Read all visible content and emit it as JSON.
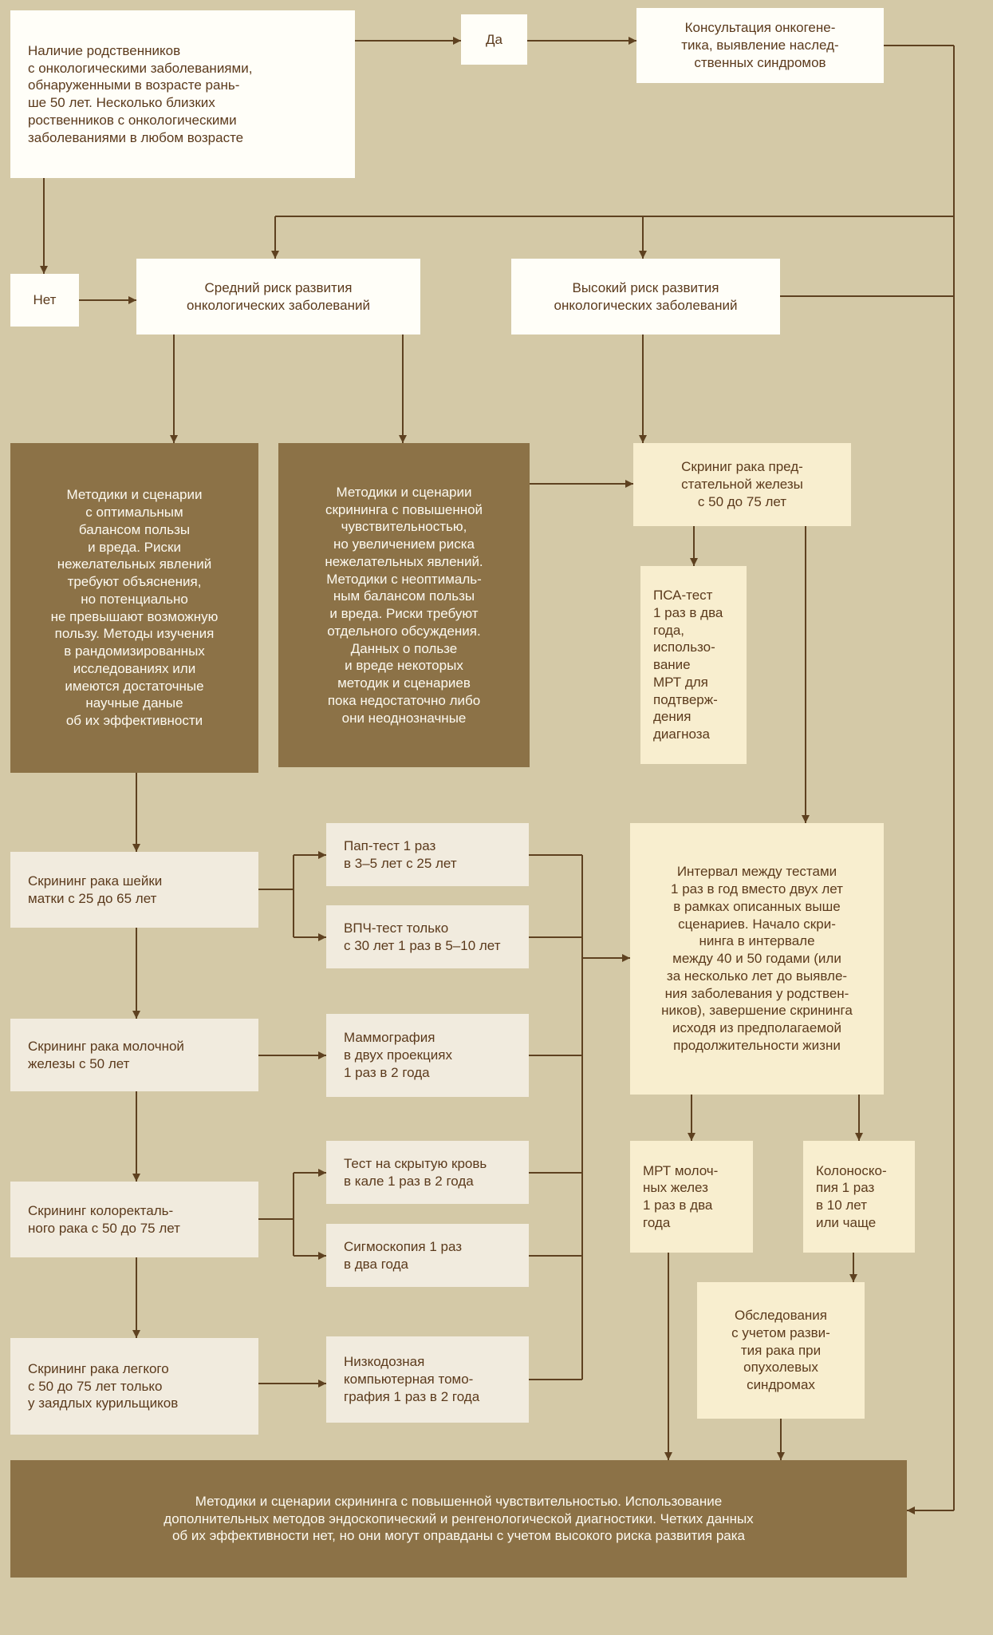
{
  "palette": {
    "bg": "#d4c9a7",
    "box_white": "#fffef8",
    "box_light": "#f1ebde",
    "box_cream": "#f8eecf",
    "box_brown": "#8c7247",
    "ink": "#5b3a1c",
    "ink_on_brown": "#fdfaf1",
    "line": "#5e4120"
  },
  "nodes": {
    "intro": {
      "text": "Наличие родственников\nс онкологическими заболеваниями,\nобнаруженными в возрасте рань-\nше 50 лет. Несколько близких\nроственников с онкологическими\nзаболеваниями в любом возрасте"
    },
    "yes": {
      "text": "Да"
    },
    "consult": {
      "text": "Консультация онкогене-\nтика, выявление наслед-\nственных синдромов"
    },
    "no": {
      "text": "Нет"
    },
    "medium_risk": {
      "text": "Средний риск развития\nонкологических заболеваний"
    },
    "high_risk": {
      "text": "Высокий риск развития\nонкологических заболеваний"
    },
    "optimal_methods": {
      "text": "Методики и сценарии\nс оптимальным\nбалансом пользы\nи вреда. Риски\nнежелательных явлений\nтребуют объяснения,\nно потенциально\nне превышают возможную\nпользу. Методы изучения\nв рандомизированных\nисследованиях или\nимеются достаточные\nнаучные даные\nоб их эффективности"
    },
    "sensitive_methods": {
      "text": "Методики и сценарии\nскрининга с повышенной\nчувствительностью,\nно увеличением риска\nнежелательных явлений.\nМетодики с неоптималь-\nным балансом пользы\nи вреда. Риски требуют\nотдельного обсуждения.\nДанных о пользе\nи вреде некоторых\nметодик и сценариев\nпока недостаточно либо\nони неоднозначные"
    },
    "prostate_screening": {
      "text": "Скриниг рака пред-\nстательной железы\nс 50 до 75 лет"
    },
    "psa_test": {
      "text": "ПСА-тест\n1 раз в два\nгода,\nиспользо-\nвание\nМРТ для\nподтверж-\nдения\nдиагноза"
    },
    "cervical_screening": {
      "text": "Скрининг рака шейки\nматки с 25 до 65 лет"
    },
    "pap_test": {
      "text": "Пап-тест 1 раз\nв 3–5 лет с 25 лет"
    },
    "hpv_test": {
      "text": "ВПЧ-тест только\nс 30 лет 1 раз в 5–10 лет"
    },
    "breast_screening": {
      "text": "Скрининг рака молочной\nжелезы с 50 лет"
    },
    "mammography": {
      "text": "Маммография\nв двух проекциях\n1 раз в 2 года"
    },
    "interval": {
      "text": "Интервал между тестами\n1 раз в год вместо двух лет\nв рамках описанных выше\nсценариев. Начало скри-\nнинга в интервале\nмежду 40 и 50 годами (или\nза несколько лет до выявле-\nния заболевания у родствен-\nников), завершение скрининга\nисходя из предполагаемой\nпродолжительности жизни"
    },
    "colorectal_screening": {
      "text": "Скрининг колоректаль-\nного рака с 50 до 75 лет"
    },
    "fobt": {
      "text": "Тест на скрытую кровь\nв кале 1 раз в 2 года"
    },
    "sigmoidoscopy": {
      "text": "Сигмоскопия 1 раз\nв два года"
    },
    "lung_screening": {
      "text": "Скрининг рака легкого\nс 50 до 75 лет только\nу заядлых курильщиков"
    },
    "ldct": {
      "text": "Низкодозная\nкомпьютерная томо-\nграфия 1 раз в 2 года"
    },
    "breast_mri": {
      "text": "МРТ молоч-\nных желез\n1 раз в два\nгода"
    },
    "colonoscopy": {
      "text": "Колоноско-\nпия 1 раз\nв 10 лет\nили чаще"
    },
    "syndrome_exams": {
      "text": "Обследования\nс учетом разви-\nтия рака при\nопухолевых\nсиндромах"
    },
    "bottom_note": {
      "text": "Методики и сценарии скрининга с повышенной чувствительностью. Использование\nдополнительных методов эндоскопический и ренгенологической диагностики. Четких данных\nоб их эффективности нет, но они могут оправданы с учетом высокого риска развития рака"
    }
  }
}
